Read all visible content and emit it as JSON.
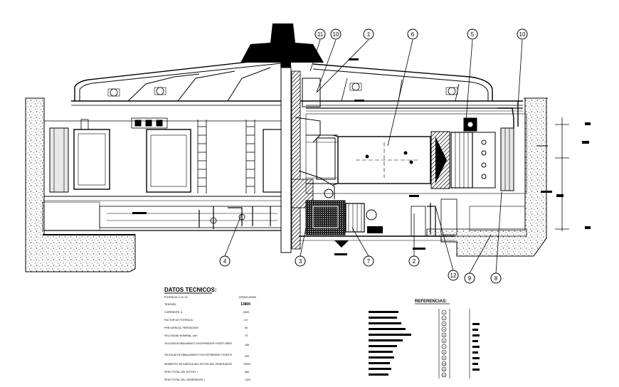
{
  "callouts": [
    "11",
    "10",
    "1",
    "6",
    "5",
    "10",
    "4",
    "3",
    "7",
    "2",
    "12",
    "9",
    "8"
  ],
  "datos": {
    "title": "DATOS TECNICOS:",
    "rows": [
      {
        "label": "POTENCIA, K.A./ kV",
        "value": "120000/120000"
      },
      {
        "label": "TENSION",
        "value": "13800"
      },
      {
        "label": "CORRIENTE, A",
        "value": "5020"
      },
      {
        "label": "FACTOR DE POTENCIA",
        "value": "0.9"
      },
      {
        "label": "FRECUENCIA, PERIODOS/S",
        "value": "60"
      },
      {
        "label": "VELOCIDAD NOMINAL, rpm",
        "value": "75"
      },
      {
        "label": "VELOCIDAD DE EMBALAMIENTO CON DISTRIBUIDOR Y RODETE LIBRES",
        "value": "165"
      },
      {
        "label": "VELOCIDAD DE EMBALAMIENTO CON DISTRIBUIDOR Y RODETE",
        "value": "220"
      },
      {
        "label": "MOMENTO DE INERCIA DEL ROTOR DEL GENERADOR",
        "value": "75000"
      },
      {
        "label": "PESO TOTAL DEL ROTOR, t",
        "value": "650"
      },
      {
        "label": "PESO TOTAL DEL GENERADOR, t",
        "value": "1320"
      }
    ]
  },
  "referencias": {
    "title": "REFERENCIAS:",
    "items": [
      "1",
      "2",
      "3",
      "4",
      "5",
      "6",
      "7",
      "8",
      "9",
      "10",
      "11",
      "12"
    ]
  },
  "colors": {
    "ink": "#000000",
    "paper": "#ffffff",
    "concrete_speckle": "#555555"
  }
}
